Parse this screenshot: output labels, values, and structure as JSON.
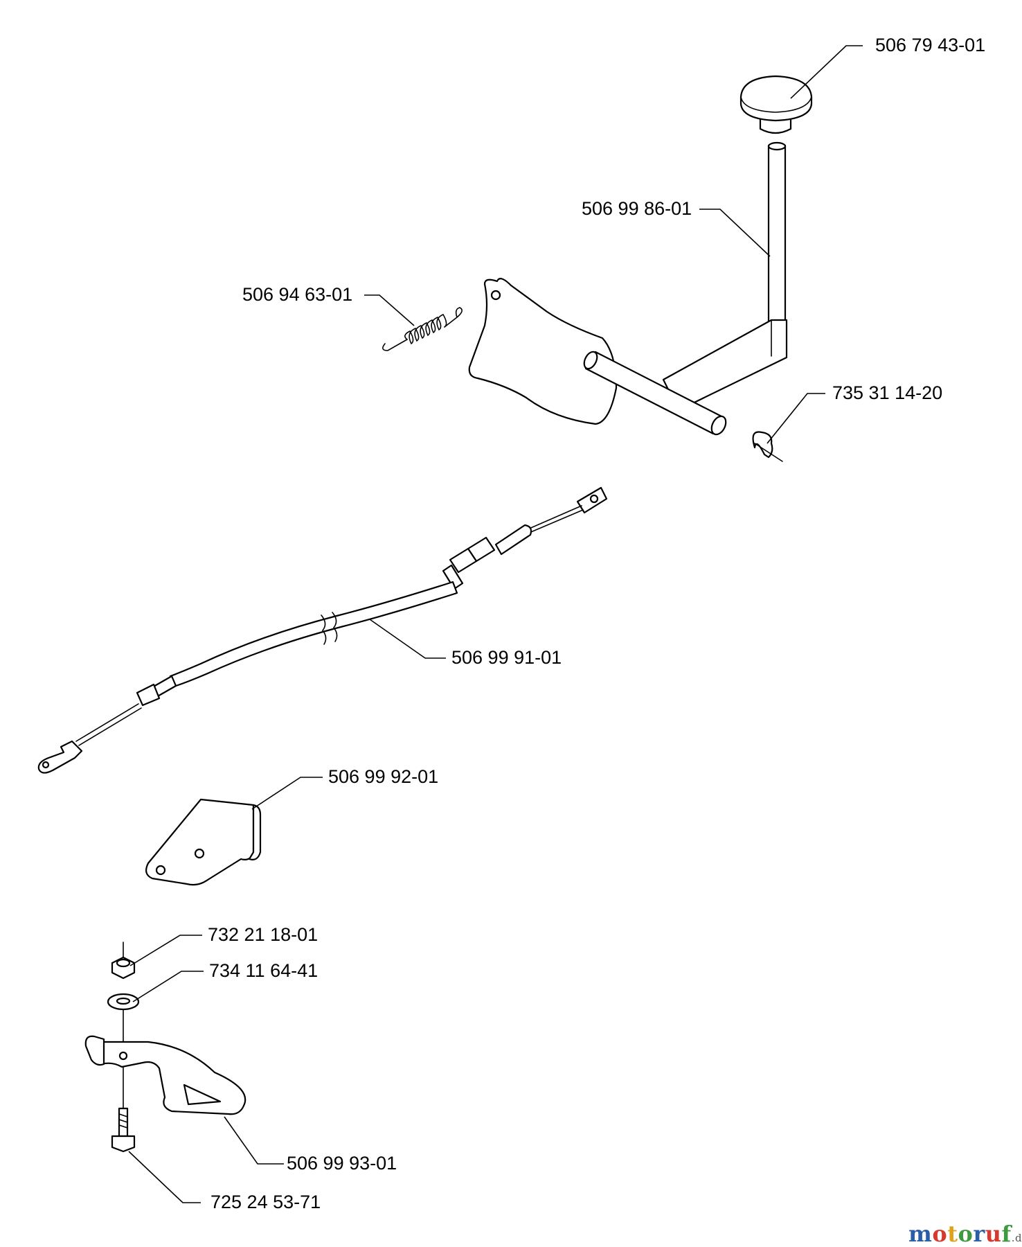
{
  "parts": [
    {
      "id": "knob",
      "label": "506 79 43-01"
    },
    {
      "id": "lever",
      "label": "506 99 86-01"
    },
    {
      "id": "spring",
      "label": "506 94 63-01"
    },
    {
      "id": "clip",
      "label": "735 31 14-20"
    },
    {
      "id": "cable",
      "label": "506 99 91-01"
    },
    {
      "id": "bracket",
      "label": "506 99 92-01"
    },
    {
      "id": "nut",
      "label": "732 21 18-01"
    },
    {
      "id": "washer",
      "label": "734 11 64-41"
    },
    {
      "id": "plate",
      "label": "506 99 93-01"
    },
    {
      "id": "bolt",
      "label": "725 24 53-71"
    }
  ],
  "watermark": {
    "letters": [
      "m",
      "o",
      "t",
      "o",
      "r",
      "u",
      "f"
    ],
    "suffix": ".de"
  }
}
